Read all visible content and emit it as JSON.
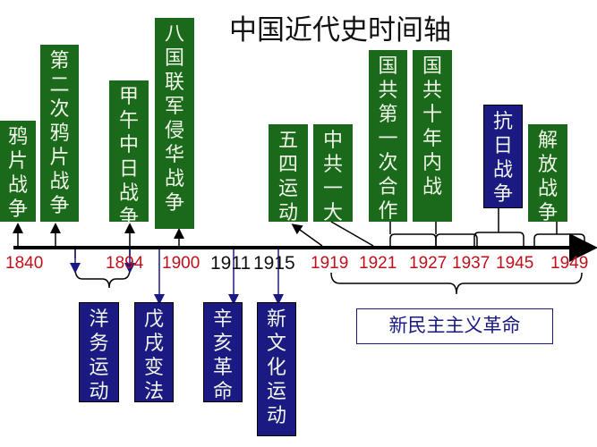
{
  "title": "中国近代史时间轴",
  "colors": {
    "event_box": "#1b6a1b",
    "highlight_box": "#1a1a82",
    "year_red": "#c0101a",
    "year_black": "#111111"
  },
  "top_events": [
    "鸦片战争",
    "第二次鸦片战争",
    "甲午中日战争",
    "八国联军侵华战争",
    "五四运动",
    "中共一大",
    "国共第一次合作",
    "国共十年内战",
    "抗日战争",
    "解放战争"
  ],
  "bottom_events": [
    "洋务运动",
    "戊戌变法",
    "辛亥革命",
    "新文化运动"
  ],
  "years": [
    "1840",
    "1894",
    "1900",
    "1911",
    "1915",
    "1919",
    "1921",
    "1927",
    "1937",
    "1945",
    "1949"
  ],
  "period_label": "新民主主义革命"
}
